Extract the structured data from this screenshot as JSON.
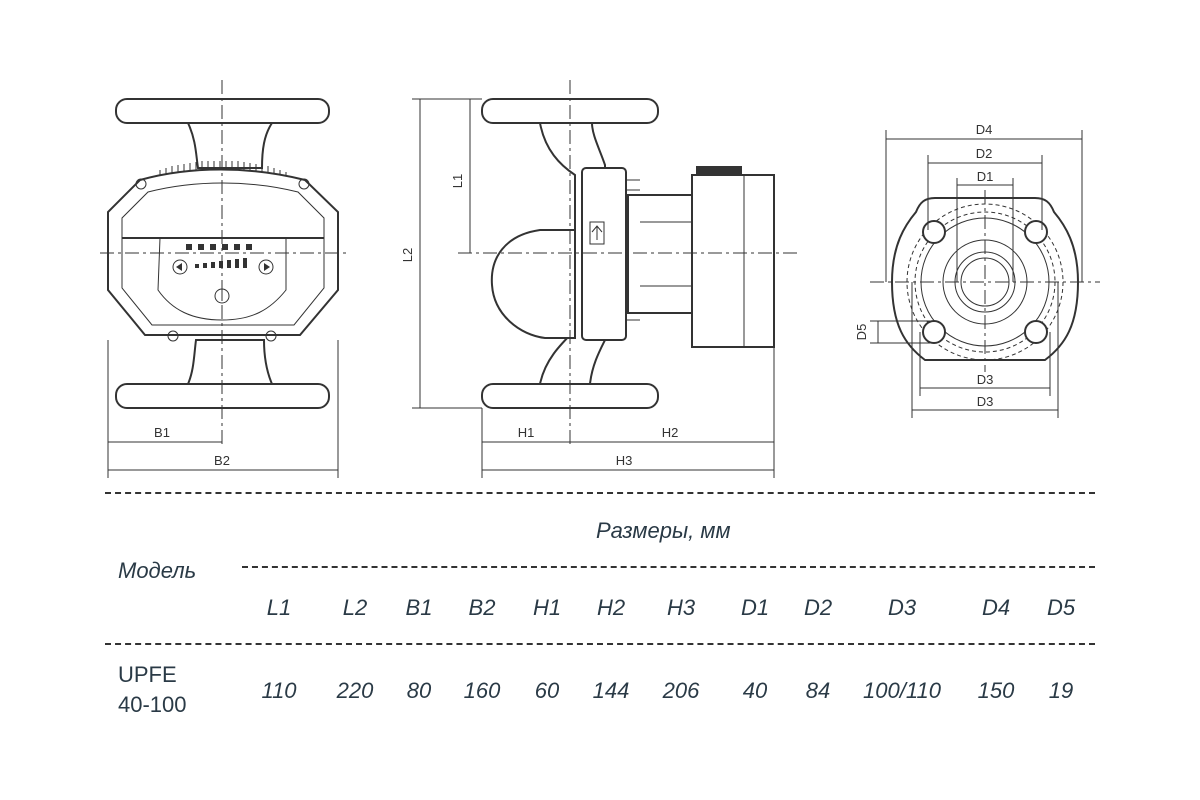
{
  "drawing": {
    "front_view": {
      "dims": [
        "B1",
        "B2"
      ]
    },
    "side_view": {
      "dims": [
        "L1",
        "L2",
        "H1",
        "H2",
        "H3"
      ]
    },
    "flange_view": {
      "dims": [
        "D4",
        "D2",
        "D1",
        "D5",
        "D3",
        "D3"
      ]
    }
  },
  "table": {
    "caption": "Размеры, мм",
    "model_header": "Модель",
    "columns": [
      "L1",
      "L2",
      "B1",
      "B2",
      "H1",
      "H2",
      "H3",
      "D1",
      "D2",
      "D3",
      "D4",
      "D5"
    ],
    "rows": [
      {
        "model_line1": "UPFE",
        "model_line2": "40-100",
        "values": [
          "110",
          "220",
          "80",
          "160",
          "60",
          "144",
          "206",
          "40",
          "84",
          "100/110",
          "150",
          "19"
        ]
      }
    ]
  }
}
